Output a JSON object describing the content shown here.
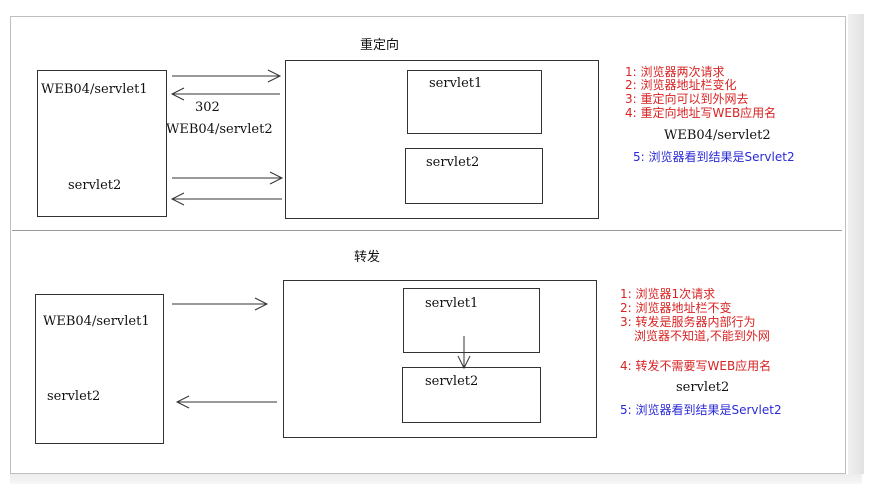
{
  "redirect": {
    "title": "重定向",
    "client_label_1": "WEB04/servlet1",
    "client_label_2": "servlet2",
    "status_code": "302",
    "location": "WEB04/servlet2",
    "server_servlet1": "servlet1",
    "server_servlet2": "servlet2",
    "notes": [
      "1: 浏览器两次请求",
      "2: 浏览器地址栏变化",
      "3: 重定向可以到外网去",
      "4: 重定向地址写WEB应用名"
    ],
    "example_path": "WEB04/servlet2",
    "result_note": "5: 浏览器看到结果是Servlet2"
  },
  "forward": {
    "title": "转发",
    "client_label_1": "WEB04/servlet1",
    "client_label_2": "servlet2",
    "server_servlet1": "servlet1",
    "server_servlet2": "servlet2",
    "notes": [
      "1: 浏览器1次请求",
      "2: 浏览器地址栏不变",
      "3: 转发是服务器内部行为",
      "浏览器不知道,不能到外网"
    ],
    "note4": "4: 转发不需要写WEB应用名",
    "example_path": "servlet2",
    "result_note": "5: 浏览器看到结果是Servlet2"
  },
  "colors": {
    "note_red": "#d92323",
    "note_blue": "#2a2ad6",
    "stroke": "#333333"
  }
}
